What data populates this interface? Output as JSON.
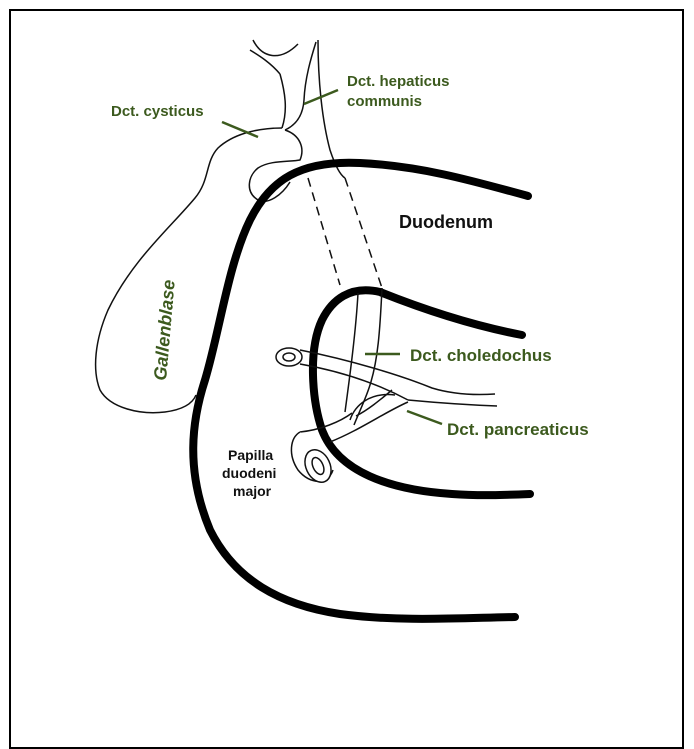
{
  "labels": {
    "cysticus": "Dct. cysticus",
    "hepaticus_line1": "Dct. hepaticus",
    "hepaticus_line2": "communis",
    "duodenum": "Duodenum",
    "gallenblase": "Gallenblase",
    "choledochus": "Dct. choledochus",
    "pancreaticus": "Dct. pancreaticus",
    "papilla_line1": "Papilla",
    "papilla_line2": "duodeni",
    "papilla_line3": "major"
  },
  "colors": {
    "label_green": "#3c5a1e",
    "outline": "#111111"
  }
}
